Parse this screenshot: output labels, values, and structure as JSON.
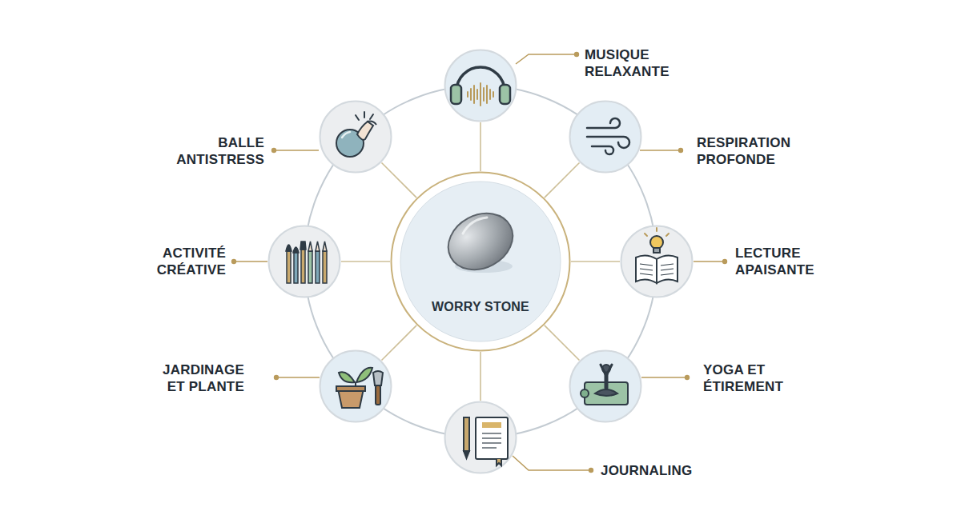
{
  "diagram": {
    "nodes": [
      {
        "text": [
          "MUSIQUE RELAXANTE"
        ]
      },
      {
        "text": [
          "BALLE ANTISTRESS"
        ]
      },
      {
        "text": [
          "RESPIRATION PROFONDE"
        ]
      },
      {
        "text": [
          "ACTIVITÉ CRÉATIVE"
        ]
      },
      {
        "text": [
          "WORRY STONE"
        ]
      },
      {
        "text": [
          "LECTURE APAISANTE"
        ]
      },
      {
        "text": [
          "JARDINAGE ET PLANTE"
        ]
      },
      {
        "text": [
          "YOGA ET ÉTIREMENT"
        ]
      },
      {
        "text": [
          "JOURNALING"
        ]
      }
    ],
    "edges": [
      {
        "from": 4,
        "to": 0,
        "arrow": "none"
      },
      {
        "from": 4,
        "to": 1,
        "arrow": "none"
      },
      {
        "from": 4,
        "to": 2,
        "arrow": "none"
      },
      {
        "from": 4,
        "to": 3,
        "arrow": "none"
      },
      {
        "from": 4,
        "to": 5,
        "arrow": "none"
      },
      {
        "from": 4,
        "to": 6,
        "arrow": "none"
      },
      {
        "from": 4,
        "to": 7,
        "arrow": "none"
      },
      {
        "from": 4,
        "to": 8,
        "arrow": "none"
      }
    ]
  }
}
